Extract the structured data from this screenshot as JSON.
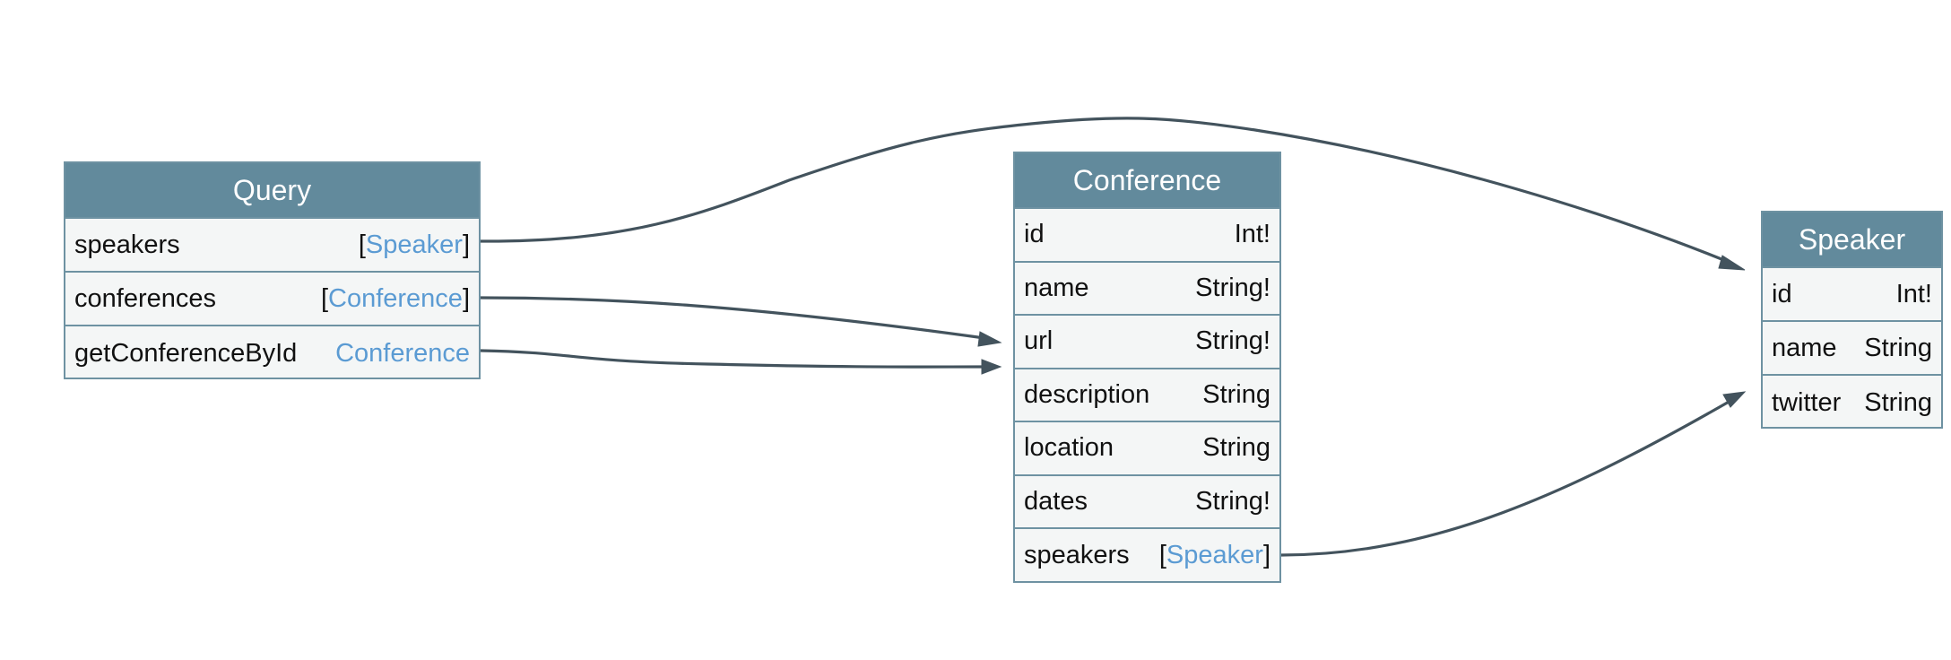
{
  "nodes": {
    "query": {
      "title": "Query",
      "fields": [
        {
          "name": "speakers",
          "open": "[",
          "type": "Speaker",
          "close": "]",
          "is_link": true
        },
        {
          "name": "conferences",
          "open": "[",
          "type": "Conference",
          "close": "]",
          "is_link": true
        },
        {
          "name": "getConferenceById",
          "open": "",
          "type": "Conference",
          "close": "",
          "is_link": true
        }
      ]
    },
    "conference": {
      "title": "Conference",
      "fields": [
        {
          "name": "id",
          "open": "",
          "type": "Int!",
          "close": "",
          "is_link": false
        },
        {
          "name": "name",
          "open": "",
          "type": "String!",
          "close": "",
          "is_link": false
        },
        {
          "name": "url",
          "open": "",
          "type": "String!",
          "close": "",
          "is_link": false
        },
        {
          "name": "description",
          "open": "",
          "type": "String",
          "close": "",
          "is_link": false
        },
        {
          "name": "location",
          "open": "",
          "type": "String",
          "close": "",
          "is_link": false
        },
        {
          "name": "dates",
          "open": "",
          "type": "String!",
          "close": "",
          "is_link": false
        },
        {
          "name": "speakers",
          "open": "[",
          "type": "Speaker",
          "close": "]",
          "is_link": true
        }
      ]
    },
    "speaker": {
      "title": "Speaker",
      "fields": [
        {
          "name": "id",
          "open": "",
          "type": "Int!",
          "close": "",
          "is_link": false
        },
        {
          "name": "name",
          "open": "",
          "type": "String",
          "close": "",
          "is_link": false
        },
        {
          "name": "twitter",
          "open": "",
          "type": "String",
          "close": "",
          "is_link": false
        }
      ]
    }
  },
  "edges": [
    {
      "from": "query.speakers",
      "to": "speaker"
    },
    {
      "from": "query.conferences",
      "to": "conference"
    },
    {
      "from": "query.getConferenceById",
      "to": "conference"
    },
    {
      "from": "conference.speakers",
      "to": "speaker"
    }
  ],
  "colors": {
    "header_bg": "#628a9c",
    "border": "#6e92a2",
    "row_bg": "#f4f6f6",
    "link_text": "#5b9bd3",
    "edge": "#43535d"
  }
}
